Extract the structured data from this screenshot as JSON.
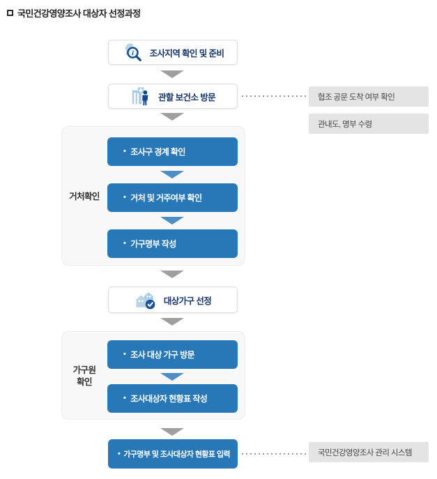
{
  "page": {
    "title": "국민건강영양조사 대상자 선정과정"
  },
  "chars": {
    "bullet": "•"
  },
  "flow": {
    "step1": {
      "label": "조사지역 확인 및 준비",
      "icon": "korea-map-search-icon"
    },
    "step2": {
      "label": "관할 보건소 방문",
      "icon": "health-center-person-icon"
    },
    "step2_notes": [
      "협조 공문 도착 여부 확인",
      "관내도, 명부 수령"
    ],
    "group1": {
      "label": "거처확인",
      "steps": [
        "조사구 경계 확인",
        "거처 및 거주여부 확인",
        "가구명부 작성"
      ]
    },
    "step3": {
      "label": "대상가구 선정",
      "icon": "houses-check-badge-icon"
    },
    "group2": {
      "label_line1": "가구원",
      "label_line2": "확인",
      "steps": [
        "조사 대상 가구 방문",
        "조사대상자 현황표 작성"
      ]
    },
    "final_step": "가구명부 및 조사대상자 현황표 입력",
    "final_note": "국민건강영양조사 관리 시스템"
  },
  "colors": {
    "primary_blue": "#2878b8",
    "arrow_blue": "#4c8ec6",
    "arrow_gray": "#9f9f9f",
    "note_bg": "#e4e4e4",
    "navy_text": "#17356b",
    "icon_light_blue": "#aecde5",
    "icon_dark_blue": "#0f4c8c"
  }
}
